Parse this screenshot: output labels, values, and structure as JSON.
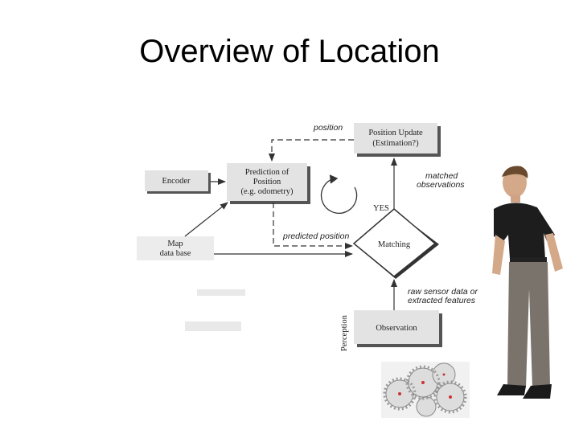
{
  "slide": {
    "title": "Overview of Location"
  },
  "diagram": {
    "boxes": {
      "position_update": [
        "Position Update",
        "(Estimation?)"
      ],
      "prediction": [
        "Prediction of",
        "Position",
        "(e.g. odometry)"
      ],
      "encoder": "Encoder",
      "map": [
        "Map",
        "data base"
      ],
      "matching": "Matching",
      "observation": "Observation"
    },
    "labels": {
      "position": "position",
      "matched": [
        "matched",
        "observations"
      ],
      "yes": "YES",
      "predicted_position": "predicted position",
      "raw_sensor": [
        "raw sensor data or",
        "extracted features"
      ],
      "perception": "Perception"
    }
  },
  "icons": {
    "cycle": "cycle-arrow-icon",
    "person": "person-illustration",
    "gears": "gear-robot-illustration"
  }
}
